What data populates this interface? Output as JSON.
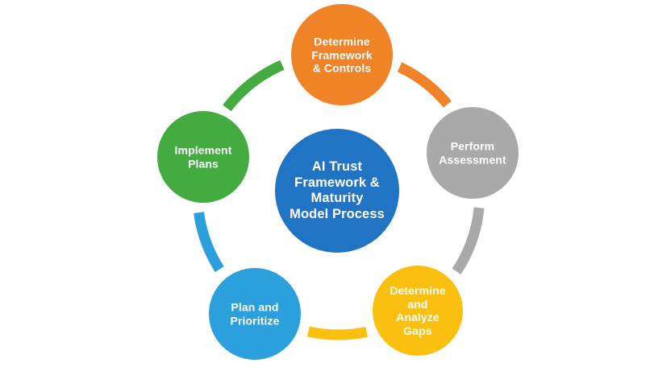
{
  "diagram": {
    "type": "cycle",
    "flow": "clockwise",
    "background_color": "#FFFFFF",
    "text_color": "#FFFFFF",
    "center_node": {
      "label": "AI Trust\nFramework &\nMaturity\nModel Process",
      "color": "#2173C4"
    },
    "steps": [
      {
        "id": "determine-framework-controls",
        "label": "Determine\nFramework\n& Controls",
        "color": "#F08227",
        "position": "top"
      },
      {
        "id": "perform-assessment",
        "label": "Perform\nAssessment",
        "color": "#A9A9A9",
        "position": "right"
      },
      {
        "id": "determine-analyze-gaps",
        "label": "Determine\nand\nAnalyze\nGaps",
        "color": "#FBBF10",
        "position": "bottom-right"
      },
      {
        "id": "plan-prioritize",
        "label": "Plan and\nPrioritize",
        "color": "#2BA0DC",
        "position": "bottom-left"
      },
      {
        "id": "implement-plans",
        "label": "Implement\nPlans",
        "color": "#43AB3F",
        "position": "left"
      }
    ]
  }
}
